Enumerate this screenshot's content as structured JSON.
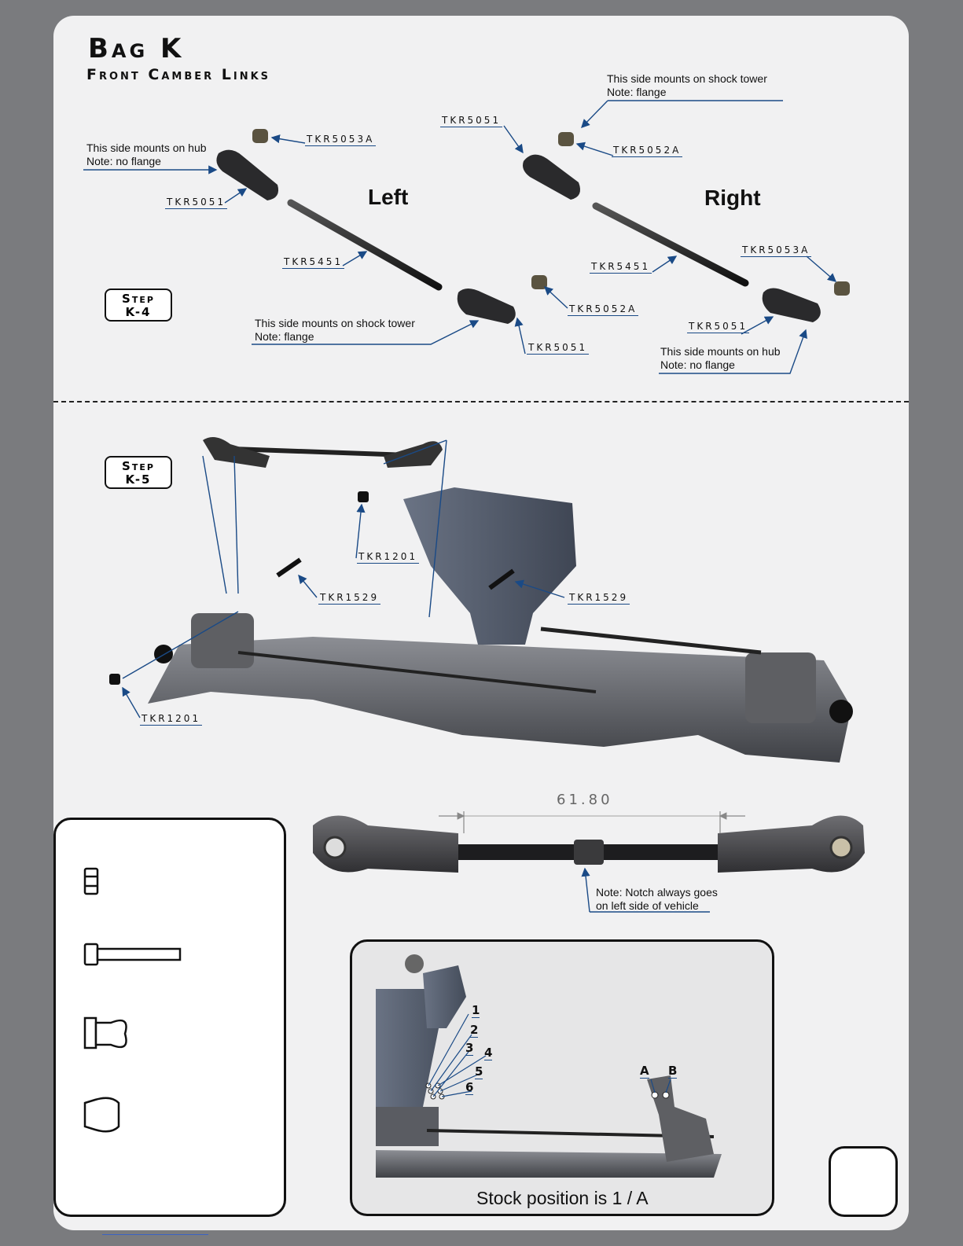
{
  "header": {
    "title": "Bag K",
    "subtitle": "Front Camber Links"
  },
  "step_k4": {
    "label_line1": "Step",
    "label_line2": "K-4",
    "left": {
      "side_label": "Left",
      "note_hub_1": "This side mounts on hub",
      "note_hub_2": "Note: no flange",
      "note_tower_1": "This side mounts on shock tower",
      "note_tower_2": "Note: flange",
      "part_ball_top": "TKR5053A",
      "part_end_top": "TKR5051",
      "part_turnbuckle": "TKR5451",
      "part_ball_bottom": "TKR5052A",
      "part_end_bottom": "TKR5051"
    },
    "right": {
      "side_label": "Right",
      "note_tower_1": "This side mounts on shock tower",
      "note_tower_2": "Note: flange",
      "note_hub_1": "This side mounts on hub",
      "note_hub_2": "Note: no flange",
      "part_end_top": "TKR5051",
      "part_ball_top": "TKR5052A",
      "part_turnbuckle": "TKR5451",
      "part_ball_bottom": "TKR5053A",
      "part_end_bottom": "TKR5051"
    }
  },
  "step_k5": {
    "label_line1": "Step",
    "label_line2": "K-5",
    "part_nut_top": "TKR1201",
    "part_screw_left": "TKR1529",
    "part_screw_right": "TKR1529",
    "part_nut_left": "TKR1201"
  },
  "link_detail": {
    "dimension": "61.80",
    "note_1": "Note: Notch always goes",
    "note_2": "on left side of vehicle"
  },
  "inset": {
    "holes": [
      "1",
      "2",
      "3",
      "4",
      "5",
      "6"
    ],
    "hub_holes": [
      "A",
      "B"
    ],
    "caption": "Stock position is 1 / A"
  },
  "colors": {
    "accent_line": "#1a4a86",
    "page_bg": "#7a7b7e",
    "panel_bg": "#f1f1f2"
  }
}
